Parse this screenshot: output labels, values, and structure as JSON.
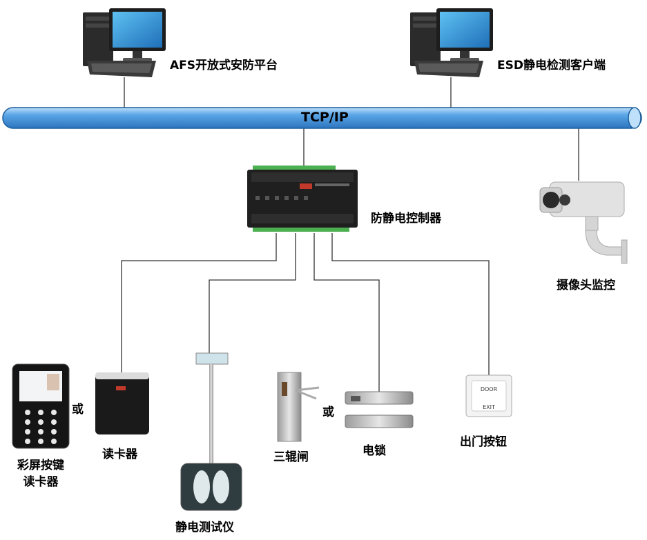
{
  "network": {
    "label": "TCP/IP"
  },
  "nodes": {
    "afs": "AFS开放式安防平台",
    "esd_client": "ESD静电检测客户端",
    "controller": "防静电控制器",
    "camera": "摄像头监控",
    "keypad_reader_line1": "彩屏按键",
    "keypad_reader_line2": "读卡器",
    "card_reader": "读卡器",
    "esd_tester": "静电测试仪",
    "turnstile": "三辊闸",
    "lock": "电锁",
    "exit_button": "出门按钮"
  },
  "connectors": {
    "or1": "或",
    "or2": "或"
  },
  "device_text": {
    "exit_door": "DOOR",
    "exit_exit": "EXIT"
  },
  "colors": {
    "bus_fill": "#3f8fd6",
    "bus_highlight": "#8fc3ef",
    "bus_stroke": "#1b5d9a",
    "line": "#333333"
  }
}
